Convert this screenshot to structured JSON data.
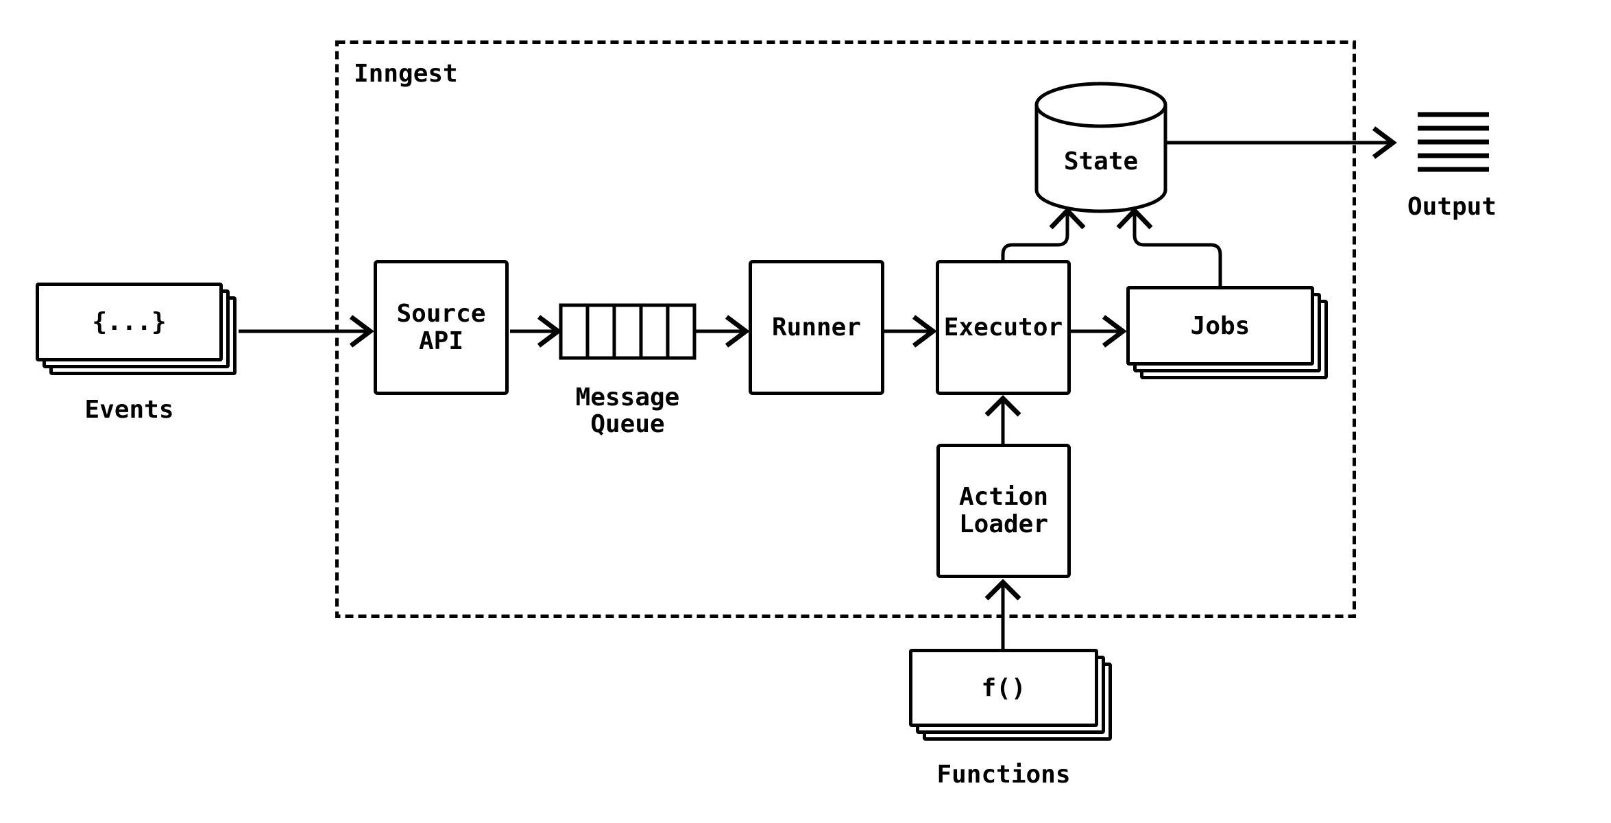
{
  "colors": {
    "ink": "#000000",
    "background": "#ffffff"
  },
  "container": {
    "label": "Inngest"
  },
  "nodes": {
    "events": {
      "icon_text": "{...}",
      "caption": "Events"
    },
    "source_api": {
      "lines": [
        "Source",
        "API"
      ]
    },
    "message_queue": {
      "caption_lines": [
        "Message",
        "Queue"
      ],
      "cell_count": 5
    },
    "runner": {
      "label": "Runner"
    },
    "executor": {
      "label": "Executor"
    },
    "state": {
      "label": "State"
    },
    "jobs": {
      "label": "Jobs"
    },
    "action_loader": {
      "lines": [
        "Action",
        "Loader"
      ]
    },
    "functions": {
      "icon_text": "f()",
      "caption": "Functions"
    },
    "output": {
      "caption": "Output"
    }
  },
  "edges": [
    {
      "from": "Events",
      "to": "Source API"
    },
    {
      "from": "Source API",
      "to": "Message Queue"
    },
    {
      "from": "Message Queue",
      "to": "Runner"
    },
    {
      "from": "Runner",
      "to": "Executor"
    },
    {
      "from": "Executor",
      "to": "Jobs"
    },
    {
      "from": "Executor",
      "to": "State"
    },
    {
      "from": "Jobs",
      "to": "State"
    },
    {
      "from": "State",
      "to": "Output"
    },
    {
      "from": "Action Loader",
      "to": "Executor"
    },
    {
      "from": "Functions",
      "to": "Action Loader"
    }
  ]
}
